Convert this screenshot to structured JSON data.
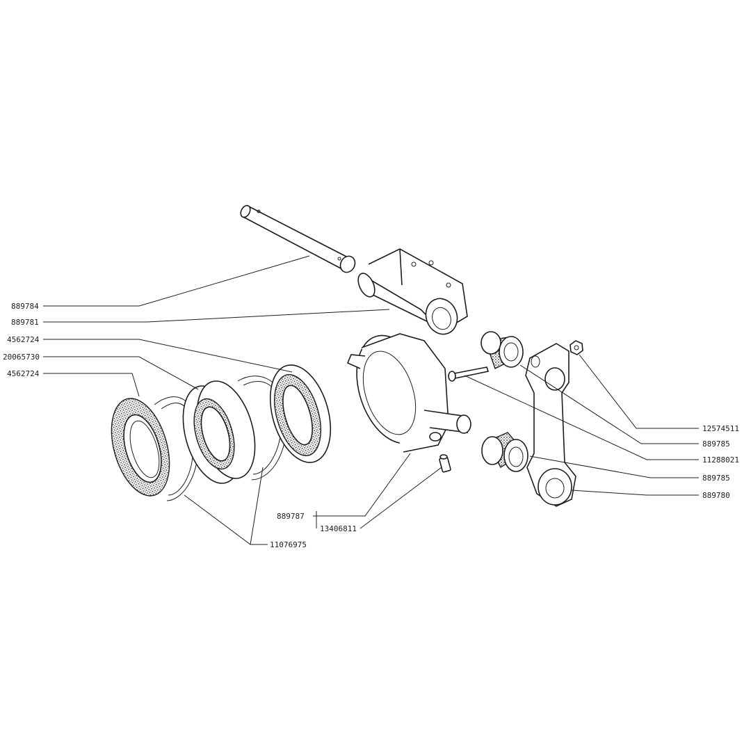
{
  "colors": {
    "ink": "#1c1c1c",
    "paper": "#ffffff"
  },
  "labels": {
    "shaft_pin": "889784",
    "bracket": "889781",
    "seal_outer": "4562724",
    "bearing": "20065730",
    "seal_inner": "4562724",
    "circlips": "11076975",
    "housing": "889787",
    "grease_nipple": "13406811",
    "nut": "12574511",
    "bushing_upper": "889785",
    "bolt": "11288021",
    "bushing_lower": "889785",
    "lever": "889780"
  }
}
